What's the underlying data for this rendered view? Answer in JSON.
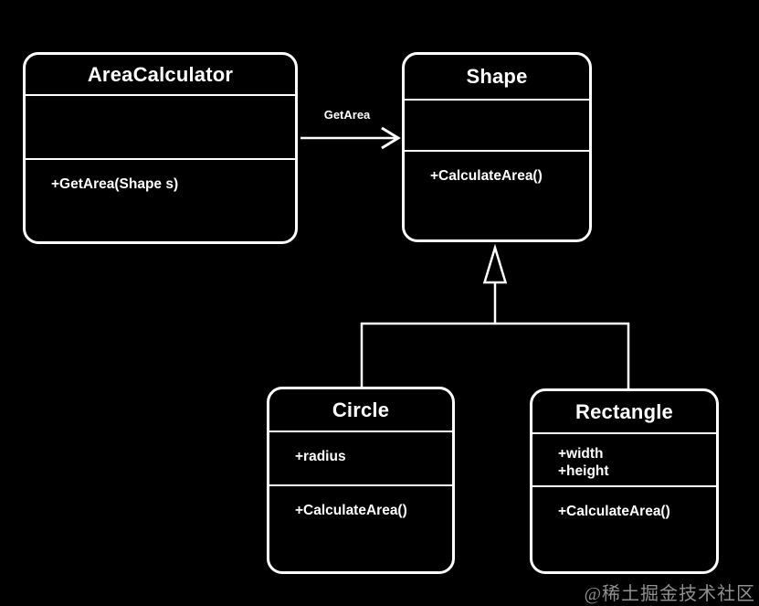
{
  "diagram": {
    "type": "uml-class-diagram",
    "background_color": "#000000",
    "line_color": "#ffffff",
    "text_color": "#ffffff"
  },
  "classes": {
    "area_calculator": {
      "name": "AreaCalculator",
      "attributes": [],
      "methods": [
        "+GetArea(Shape s)"
      ]
    },
    "shape": {
      "name": "Shape",
      "attributes": [],
      "methods": [
        "+CalculateArea()"
      ]
    },
    "circle": {
      "name": "Circle",
      "attributes": [
        "+radius"
      ],
      "methods": [
        "+CalculateArea()"
      ]
    },
    "rectangle": {
      "name": "Rectangle",
      "attributes": [
        "+width",
        "+height"
      ],
      "methods": [
        "+CalculateArea()"
      ]
    }
  },
  "relationships": {
    "association": {
      "from": "AreaCalculator",
      "to": "Shape",
      "label": "GetArea",
      "arrow_style": "open-arrowhead"
    },
    "generalizations": [
      {
        "from": "Circle",
        "to": "Shape",
        "arrow_style": "hollow-triangle"
      },
      {
        "from": "Rectangle",
        "to": "Shape",
        "arrow_style": "hollow-triangle"
      }
    ]
  },
  "watermark": {
    "text": "@稀土掘金技术社区",
    "color": "#919191"
  }
}
